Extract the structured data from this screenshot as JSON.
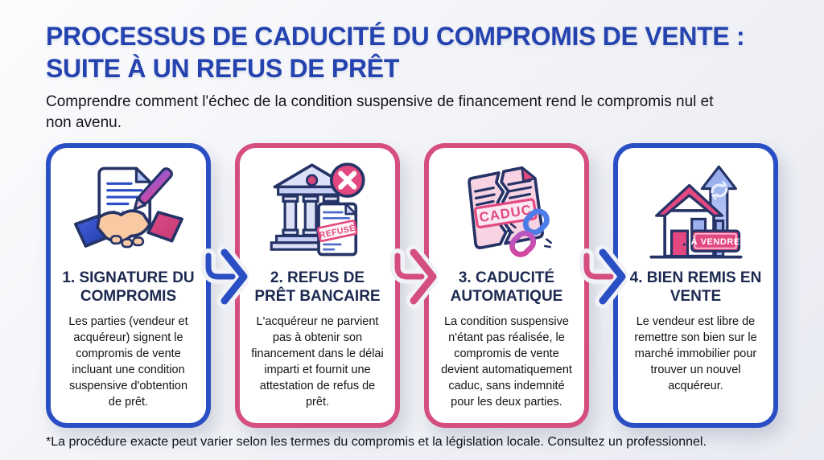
{
  "page": {
    "title_line1": "PROCESSUS DE CADUCITÉ DU COMPROMIS DE VENTE :",
    "title_line2": "SUITE À UN REFUS DE PRÊT",
    "subtitle": "Comprendre comment l'échec de la condition suspensive de financement rend le compromis nul et non avenu.",
    "footnote": "*La procédure exacte peut varier selon les termes du compromis et la législation locale. Consultez un professionnel."
  },
  "colors": {
    "title_blue": "#2443AF",
    "accent_blue": "#2A4FC4",
    "accent_pink": "#D44E80",
    "heading_navy": "#1C2950",
    "body_text": "#121219",
    "page_background": "#F0F1F6",
    "card_background": "#FFFFFF"
  },
  "steps": [
    {
      "id": 1,
      "accent": "blue",
      "icon": "handshake-contract-icon",
      "title": "1. SIGNATURE DU COMPROMIS",
      "description": "Les parties (vendeur et acquéreur) signent le compromis de vente incluant une condition suspensive d'obtention de prêt."
    },
    {
      "id": 2,
      "accent": "pink",
      "icon": "bank-loan-refusal-icon",
      "stamp_label": "REFUSÉ",
      "title": "2. REFUS DE PRÊT BANCAIRE",
      "description": "L'acquéreur ne parvient pas à obtenir son financement dans le délai imparti et fournit une attestation de refus de prêt."
    },
    {
      "id": 3,
      "accent": "pink",
      "icon": "torn-contract-broken-chain-icon",
      "stamp_label": "CADUC",
      "title": "3. CADUCITÉ AUTOMATIQUE",
      "description": "La condition suspensive n'étant pas réalisée, le compromis de vente devient automatiquement caduc, sans indemnité pour les deux parties."
    },
    {
      "id": 4,
      "accent": "blue",
      "icon": "house-for-sale-icon",
      "sign_label": "À VENDRE",
      "title": "4. BIEN REMIS EN VENTE",
      "description": "Le vendeur est libre de remettre son bien sur le marché immobilier pour trouver un nouvel acquéreur."
    }
  ],
  "arrows": [
    {
      "name": "arrow-step1-to-step2",
      "shaft_color": "#2A4FC4",
      "head_color": "#2A4FC4"
    },
    {
      "name": "arrow-step2-to-step3",
      "shaft_color": "#D44E80",
      "head_color": "#D44E80"
    },
    {
      "name": "arrow-step3-to-step4",
      "shaft_color": "#D44E80",
      "head_color": "#2A4FC4"
    }
  ]
}
